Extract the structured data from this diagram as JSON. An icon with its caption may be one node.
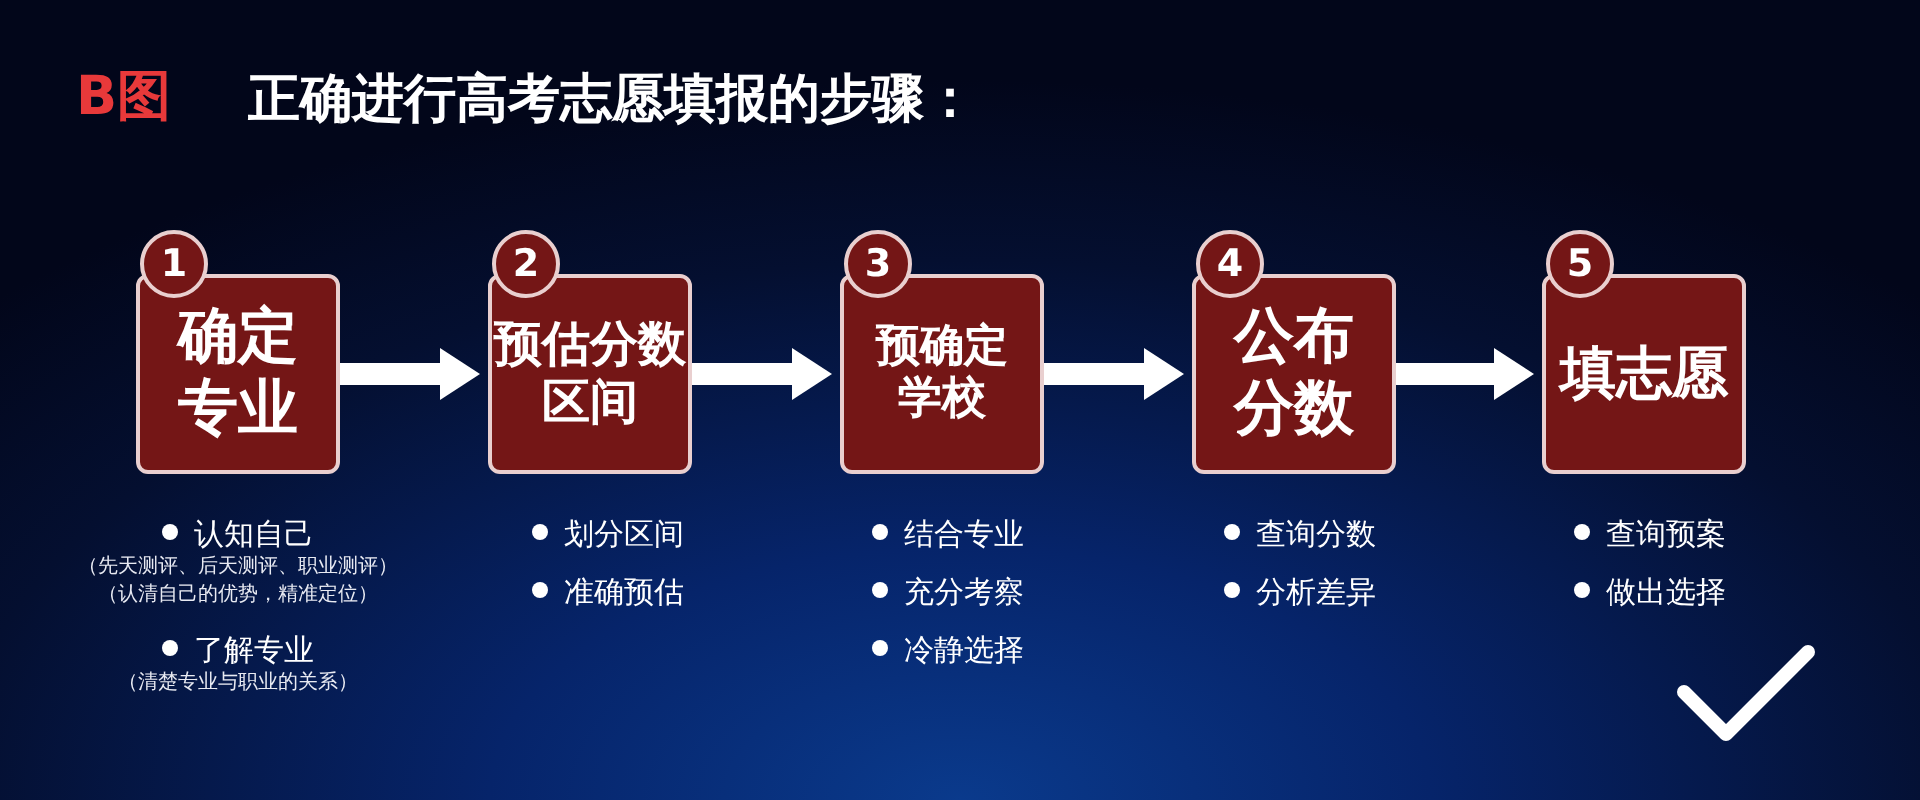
{
  "diagram": {
    "title": "正确进行高考志愿填报的步骤：",
    "nodes": [
      {
        "text": [
          "1",
          "确定专业"
        ],
        "beside": [
          "认知自己",
          "（先天测评、后天测评、职业测评）",
          "（认清自己的优势，精准定位）",
          "了解专业",
          "（清楚专业与职业的关系）"
        ]
      },
      {
        "text": [
          "2",
          "预估分数区间"
        ],
        "beside": [
          "划分区间",
          "准确预估"
        ]
      },
      {
        "text": [
          "3",
          "预确定学校"
        ],
        "beside": [
          "结合专业",
          "充分考察",
          "冷静选择"
        ]
      },
      {
        "text": [
          "4",
          "公布分数"
        ],
        "beside": [
          "查询分数",
          "分析差异"
        ]
      },
      {
        "text": [
          "5",
          "填志愿"
        ],
        "beside": [
          "查询预案",
          "做出选择"
        ]
      }
    ],
    "edges": [
      {
        "from": 0,
        "to": 1,
        "arrow": "to"
      },
      {
        "from": 1,
        "to": 2,
        "arrow": "to"
      },
      {
        "from": 2,
        "to": 3,
        "arrow": "to"
      },
      {
        "from": 3,
        "to": 4,
        "arrow": "to"
      }
    ],
    "labels": [
      "B图"
    ]
  }
}
